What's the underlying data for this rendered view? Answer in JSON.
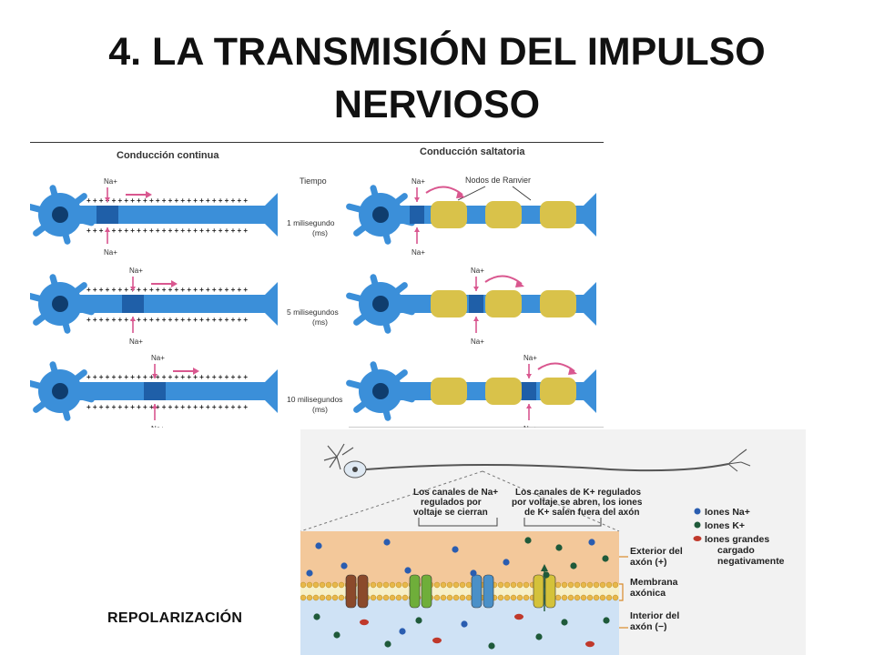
{
  "slide": {
    "title_line1": "4. LA TRANSMISIÓN DEL IMPULSO",
    "title_line2": "NERVIOSO",
    "caption": "REPOLARIZACIÓN"
  },
  "upper_figure": {
    "left_heading": "Conducción continua",
    "right_heading": "Conducción saltatoria",
    "time_label": "Tiempo",
    "nodes_label": "Nodos de Ranvier",
    "ion_label": "Na+",
    "rows": [
      {
        "time": "1 milisegundo",
        "unit": "(ms)"
      },
      {
        "time": "5 milisegundos",
        "unit": "(ms)"
      },
      {
        "time": "10 milisegundos",
        "unit": "(ms)"
      }
    ]
  },
  "lower_figure": {
    "callout_na_line1": "Los canales de Na+",
    "callout_na_line2": "regulados por",
    "callout_na_line3": "voltaje se cierran",
    "callout_k_line1": "Los canales de K+ regulados",
    "callout_k_line2": "por voltaje se abren, los iones",
    "callout_k_line3": "de K+ salen fuera del axón",
    "legend": [
      {
        "label": "Iones Na+",
        "color": "#2a5db0"
      },
      {
        "label": "Iones K+",
        "color": "#1f5a3a"
      },
      {
        "label": "Iones grandes",
        "color": "#c0392b"
      }
    ],
    "legend_extra_line1": "cargado",
    "legend_extra_line2": "negativamente",
    "side_exterior_line1": "Exterior del",
    "side_exterior_line2": "axón (+)",
    "side_membrane_line1": "Membrana",
    "side_membrane_line2": "axónica",
    "side_interior_line1": "Interior del",
    "side_interior_line2": "axón (−)"
  },
  "colors": {
    "axon": "#3b8fd9",
    "myelin": "#d9c24a",
    "arrow": "#d9578f",
    "exterior": "#f3c89a",
    "interior": "#cfe2f5"
  }
}
